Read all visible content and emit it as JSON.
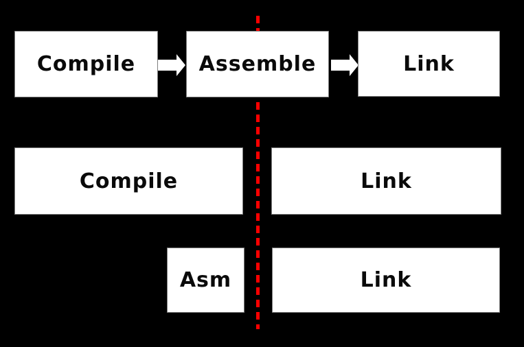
{
  "diagram": {
    "kind": "compiler-pipeline-flow",
    "nodes": {
      "compile_top": "Compile",
      "assemble_top": "Assemble",
      "link_top": "Link",
      "compile_mid": "Compile",
      "link_mid": "Link",
      "asm_bottom": "Asm",
      "link_bottom": "Link"
    },
    "icons": {
      "flow_arrow_1": "arrow-right",
      "flow_arrow_2": "arrow-right",
      "divider": "red-dashed-vertical-line"
    },
    "colors": {
      "background": "#000000",
      "box-fill": "#ffffff",
      "box-border": "#7f7f7f",
      "box-text": "#0a0a0a",
      "divider-red": "#ff0000"
    }
  }
}
